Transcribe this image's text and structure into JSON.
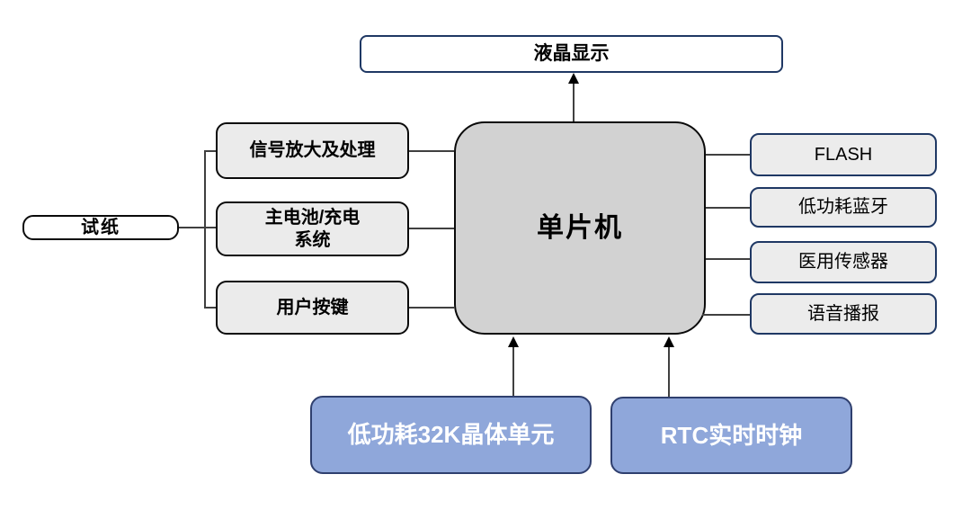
{
  "diagram": {
    "type": "block-diagram",
    "nodes": {
      "lcd": {
        "label": "液晶显示"
      },
      "mcu": {
        "label": "单片机"
      },
      "test_paper": {
        "label": "试纸"
      },
      "left": [
        {
          "label": "信号放大及处理"
        },
        {
          "label": "主电池/充电\n系统"
        },
        {
          "label": "用户按键"
        }
      ],
      "right": [
        {
          "label": "FLASH"
        },
        {
          "label": "低功耗蓝牙"
        },
        {
          "label": "医用传感器"
        },
        {
          "label": "语音播报"
        }
      ],
      "bottom": [
        {
          "label": "低功耗32K晶体单元"
        },
        {
          "label": "RTC实时时钟"
        }
      ]
    },
    "edges": [
      {
        "from": "单片机",
        "to": "液晶显示",
        "arrow": true
      },
      {
        "from": "试纸",
        "to": "信号放大及处理",
        "arrow": false
      },
      {
        "from": "试纸",
        "to": "主电池/充电系统",
        "arrow": false
      },
      {
        "from": "试纸",
        "to": "用户按键",
        "arrow": false
      },
      {
        "from": "信号放大及处理",
        "to": "单片机",
        "arrow": false
      },
      {
        "from": "主电池/充电系统",
        "to": "单片机",
        "arrow": false
      },
      {
        "from": "用户按键",
        "to": "单片机",
        "arrow": false
      },
      {
        "from": "单片机",
        "to": "FLASH",
        "arrow": false
      },
      {
        "from": "单片机",
        "to": "低功耗蓝牙",
        "arrow": false
      },
      {
        "from": "单片机",
        "to": "医用传感器",
        "arrow": false
      },
      {
        "from": "单片机",
        "to": "语音播报",
        "arrow": false
      },
      {
        "from": "低功耗32K晶体单元",
        "to": "单片机",
        "arrow": true
      },
      {
        "from": "RTC实时时钟",
        "to": "单片机",
        "arrow": true
      }
    ],
    "colors": {
      "gray_node_fill": "#ebebeb",
      "mcu_fill": "#d2d2d2",
      "navy_border": "#1f3864",
      "black_border": "#0a0a0a",
      "blue_node_fill": "#8fa7da",
      "blue_node_border": "#2f3f6e",
      "blue_node_text": "#ffffff",
      "connector_line": "#404040",
      "background": "#ffffff"
    }
  }
}
